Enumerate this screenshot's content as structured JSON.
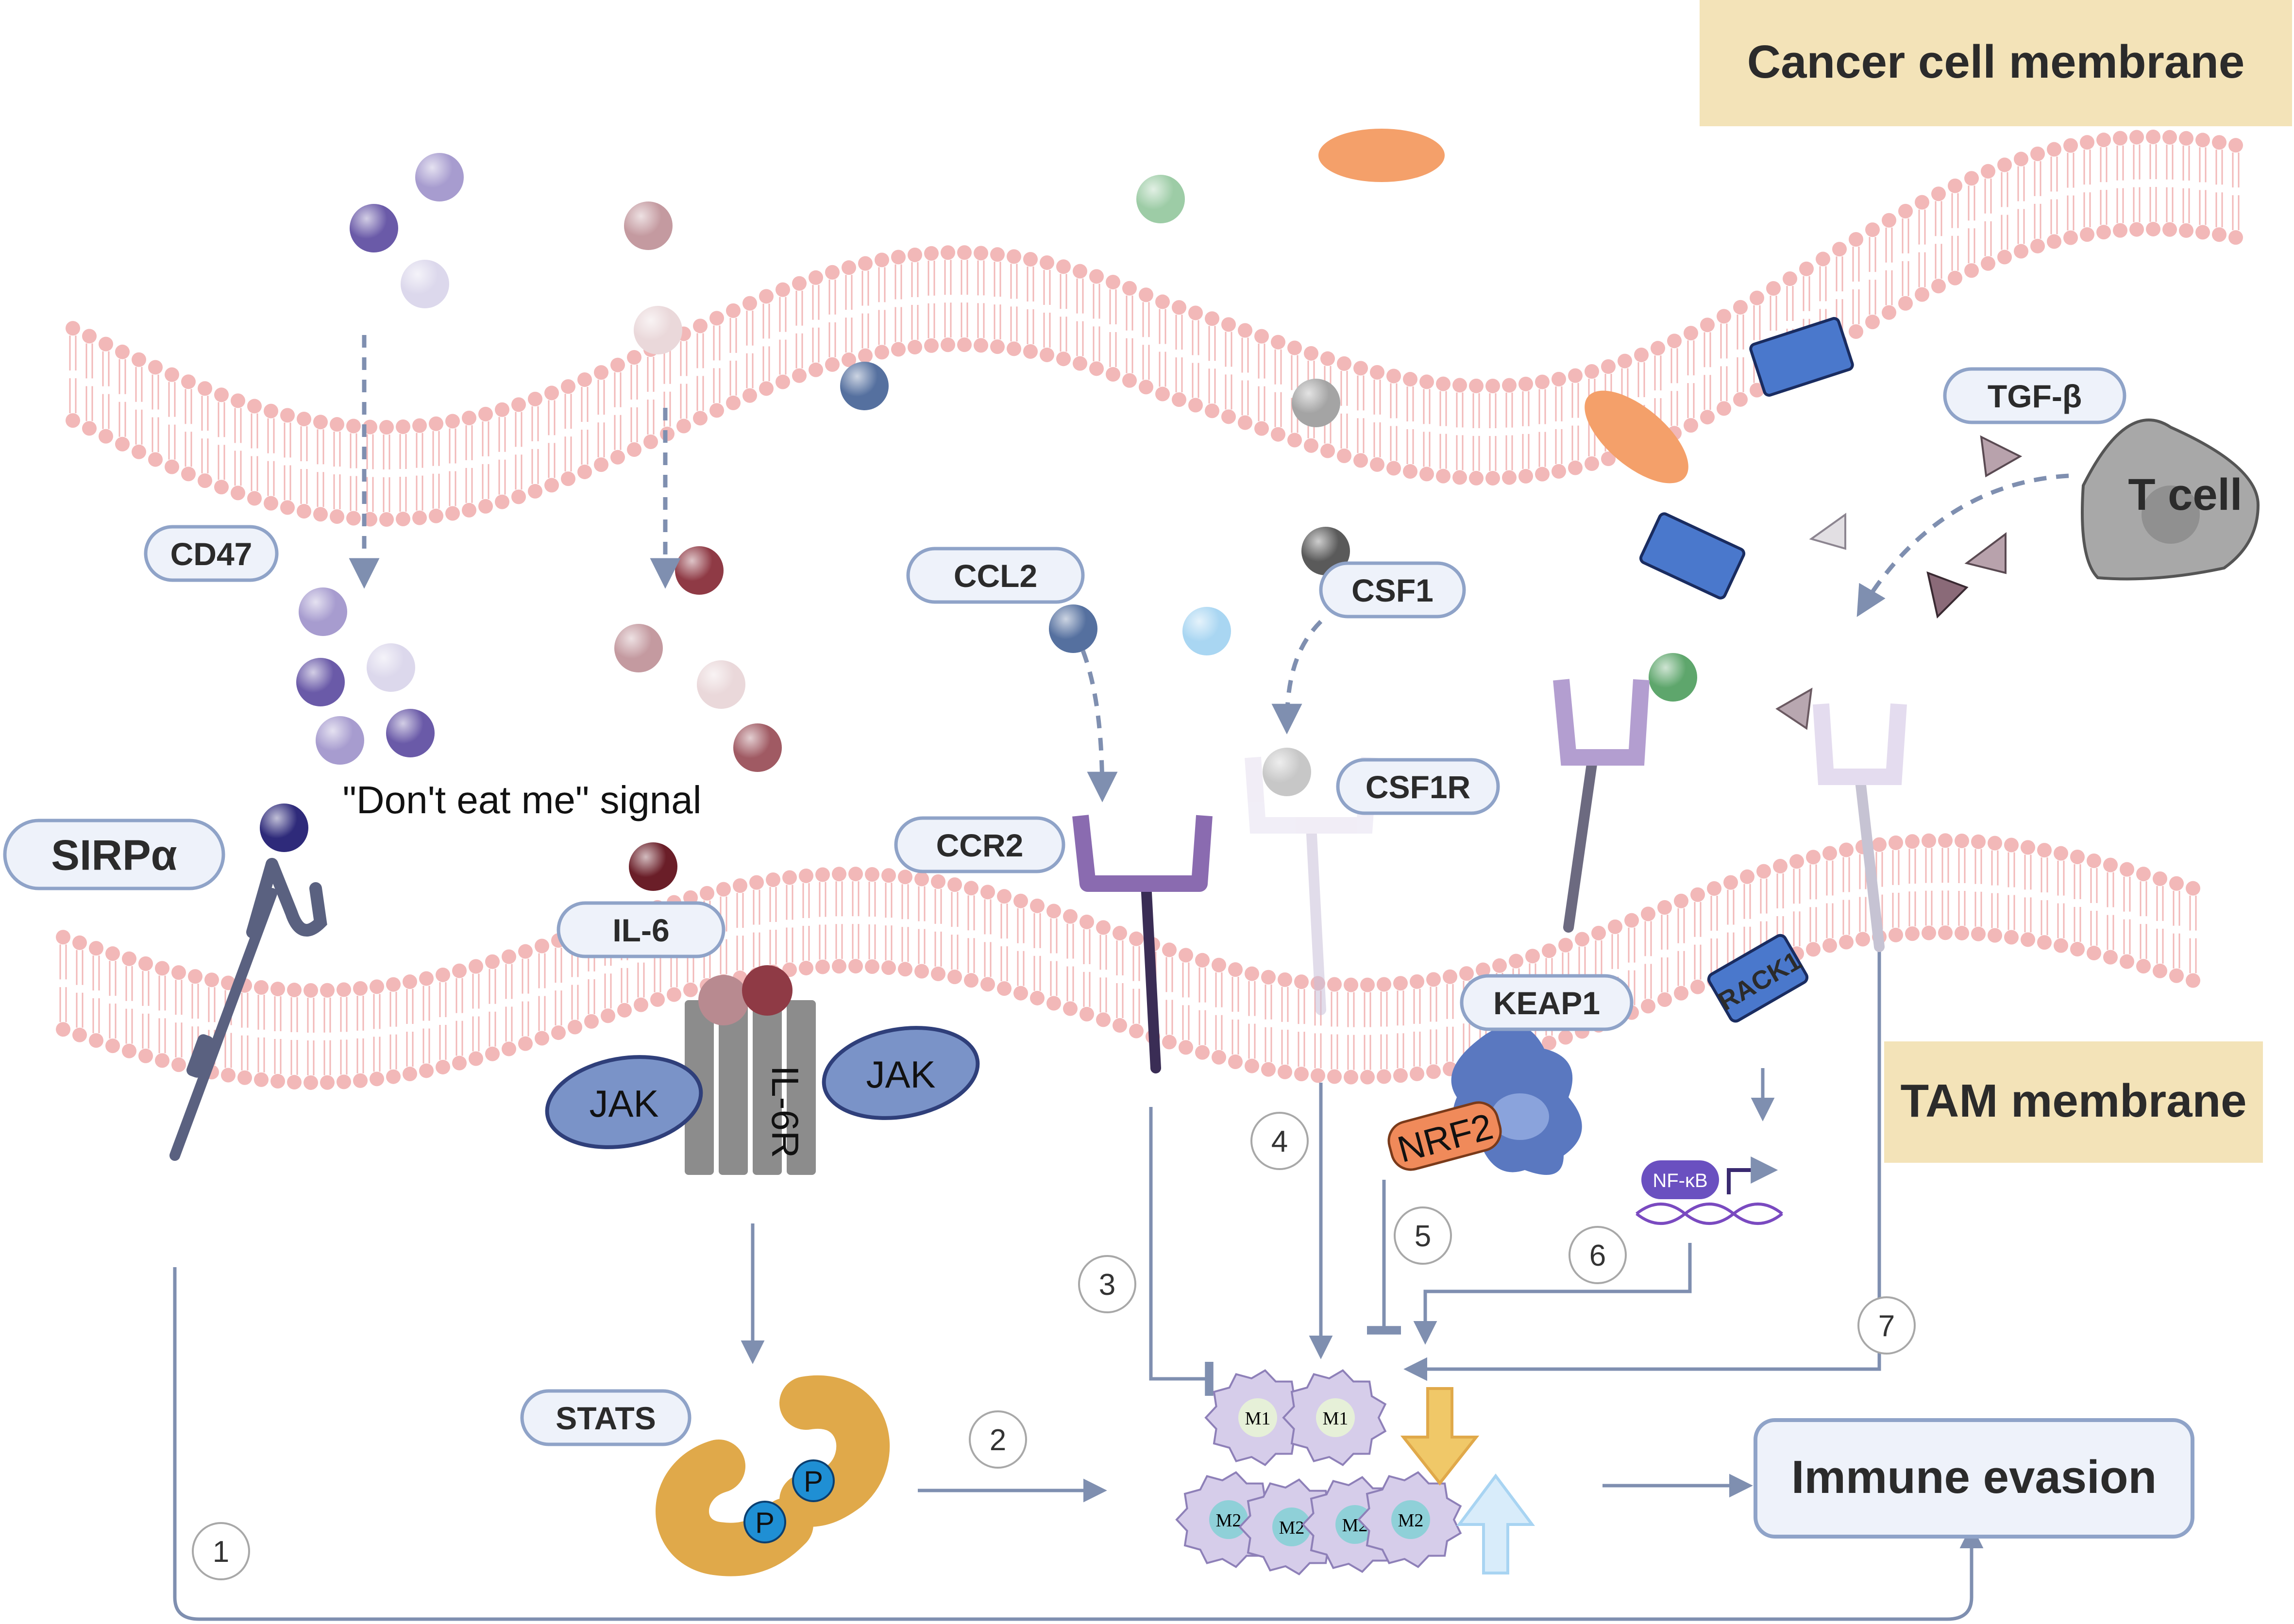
{
  "regions": {
    "cancer_membrane": "Cancer cell membrane",
    "tam_membrane": "TAM membrane"
  },
  "labels": {
    "cd47": "CD47",
    "sirpa": "SIRPα",
    "dont_eat_me": "\"Don't eat me\" signal",
    "il6": "IL-6",
    "il6r": "IL-6R",
    "jak": "JAK",
    "stats": "STATS",
    "phospho": "P",
    "ccl2": "CCL2",
    "ccr2": "CCR2",
    "csf1": "CSF1",
    "csf1r": "CSF1R",
    "keap1": "KEAP1",
    "nrf2": "NRF2",
    "rack1": "RACK1",
    "nfkb": "NF-κB",
    "tgfb": "TGF-β",
    "tcell": "T cell",
    "m1": "M1",
    "m2": "M2",
    "immune_evasion": "Immune evasion"
  },
  "pathway_numbers": [
    "1",
    "2",
    "3",
    "4",
    "5",
    "6",
    "7"
  ],
  "colors": {
    "membrane": "#f2b8b8",
    "arrow": "#7f8fb0",
    "label_border": "#8fa3c8",
    "label_fill": "#eef2fa",
    "tan_box": "#f3e3b8"
  }
}
